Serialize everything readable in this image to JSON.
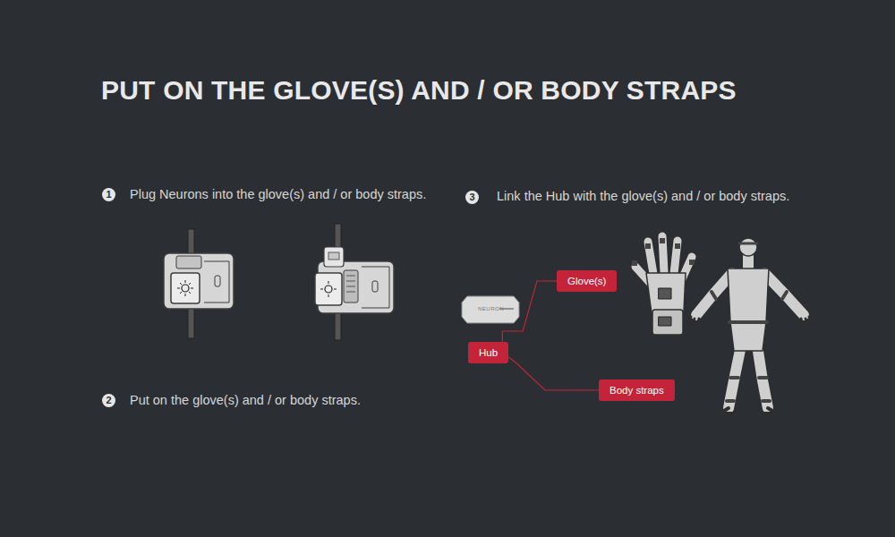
{
  "diagram": {
    "title": "PUT ON THE GLOVE(S) AND / OR BODY STRAPS",
    "nodes": [
      {
        "text": [
          "Glove(s)"
        ]
      },
      {
        "text": [
          "Hub"
        ]
      },
      {
        "text": [
          "Body straps"
        ]
      }
    ],
    "edges": [
      {
        "from": 1,
        "to": 0,
        "arrow": "none"
      },
      {
        "from": 1,
        "to": 2,
        "arrow": "none"
      }
    ],
    "labels": [
      "1",
      "Plug Neurons into the glove(s) and / or body straps.",
      "3",
      "Link the Hub with the glove(s) and / or body straps.",
      "2",
      "Put on the glove(s) and / or body straps.",
      "NEURON"
    ]
  }
}
